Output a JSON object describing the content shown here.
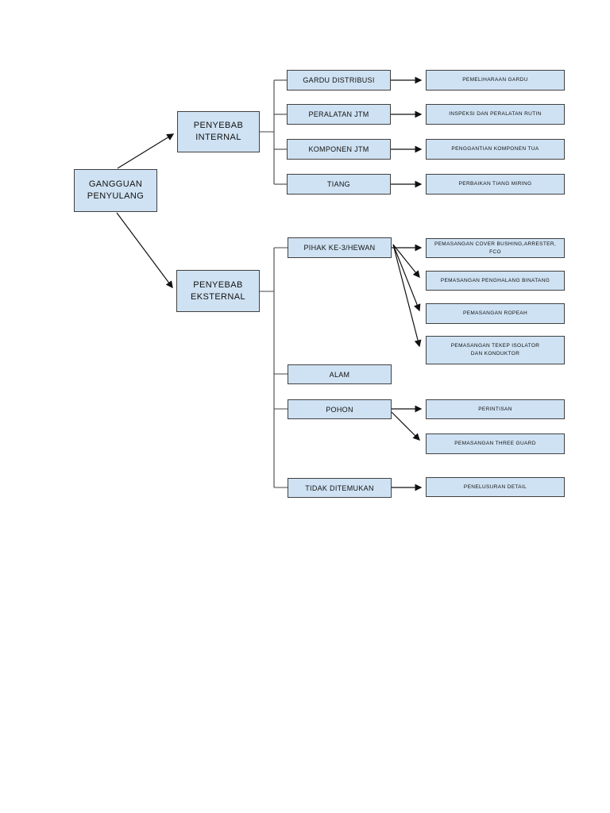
{
  "colors": {
    "box_fill": "#cfe2f3",
    "box_border": "#404040",
    "connector_line": "#444444",
    "arrow_line": "#111111",
    "background": "#ffffff",
    "text": "#111111"
  },
  "diagram": {
    "root": {
      "label": "GANGGUAN PENYULANG"
    },
    "internal": {
      "label": "PENYEBAB INTERNAL",
      "causes": [
        {
          "label": "GARDU DISTRIBUSI",
          "action": "PEMELIHARAAN GARDU"
        },
        {
          "label": "PERALATAN JTM",
          "action": "INSPEKSI DAN PERALATAN RUTIN"
        },
        {
          "label": "KOMPONEN JTM",
          "action": "PENGGANTIAN KOMPONEN TUA"
        },
        {
          "label": "TIANG",
          "action": "PERBAIKAN TIANG MIRING"
        }
      ]
    },
    "external": {
      "label": "PENYEBAB EKSTERNAL",
      "causes": [
        {
          "label": "PIHAK KE-3/HEWAN",
          "actions": [
            "PEMASANGAN COVER BUSHING,ARRESTER, FCO",
            "PEMASANGAN PENGHALANG BINATANG",
            "PEMASANGAN ROPEAH",
            "PEMASANGAN TEKEP ISOLATOR DAN KONDUKTOR"
          ]
        },
        {
          "label": "ALAM",
          "actions": []
        },
        {
          "label": "POHON",
          "actions": [
            "PERINTISAN",
            "PEMASANGAN THREE GUARD"
          ]
        },
        {
          "label": "TIDAK DITEMUKAN",
          "actions": [
            "PENELUSURAN DETAIL"
          ]
        }
      ]
    }
  }
}
